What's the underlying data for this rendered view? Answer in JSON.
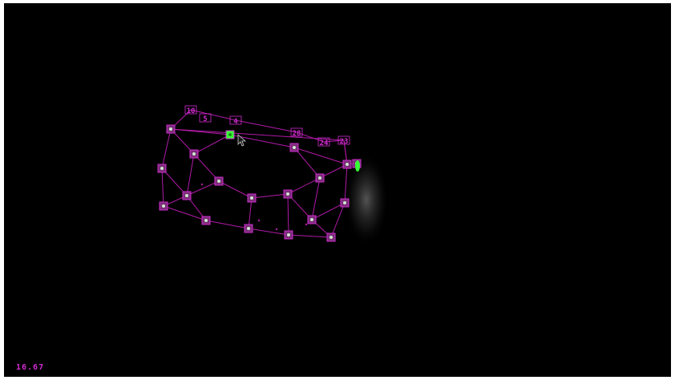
{
  "colors": {
    "wire": "#b01aa8",
    "label": "#d02bd0",
    "marker_fill": "#7a2d78",
    "active_marker": "#35ff35",
    "background": "#000000"
  },
  "overlay": {
    "fps_text": "16.67"
  },
  "markers": [
    {
      "id": "m10",
      "label": "10",
      "style": "label"
    },
    {
      "id": "m5",
      "label": "5",
      "style": "label"
    },
    {
      "id": "m4",
      "label": "4",
      "style": "label"
    },
    {
      "id": "m28",
      "label": "28",
      "style": "label"
    },
    {
      "id": "m24",
      "label": "24",
      "style": "label"
    },
    {
      "id": "m23",
      "label": "23",
      "style": "label"
    },
    {
      "id": "mL1",
      "label": "",
      "style": "box"
    },
    {
      "id": "mL2",
      "label": "",
      "style": "active"
    },
    {
      "id": "mL3",
      "label": "",
      "style": "box"
    },
    {
      "id": "mL4",
      "label": "",
      "style": "box"
    },
    {
      "id": "mL5",
      "label": "",
      "style": "box"
    },
    {
      "id": "mL6",
      "label": "",
      "style": "box"
    },
    {
      "id": "mL7",
      "label": "",
      "style": "box"
    },
    {
      "id": "mL8",
      "label": "",
      "style": "box"
    },
    {
      "id": "mL9",
      "label": "",
      "style": "box"
    },
    {
      "id": "mL10",
      "label": "",
      "style": "box"
    },
    {
      "id": "mL11",
      "label": "",
      "style": "box"
    },
    {
      "id": "mL12",
      "label": "",
      "style": "box"
    },
    {
      "id": "mL13",
      "label": "",
      "style": "box"
    },
    {
      "id": "mL14",
      "label": "",
      "style": "box"
    },
    {
      "id": "mL15",
      "label": "",
      "style": "box"
    },
    {
      "id": "mL16",
      "label": "",
      "style": "box"
    },
    {
      "id": "mL17",
      "label": "",
      "style": "box"
    },
    {
      "id": "mL18",
      "label": "",
      "style": "box"
    },
    {
      "id": "mL19",
      "label": "",
      "style": "box"
    },
    {
      "id": "mL20",
      "label": "",
      "style": "box"
    },
    {
      "id": "mL21",
      "label": "",
      "style": "box"
    }
  ]
}
